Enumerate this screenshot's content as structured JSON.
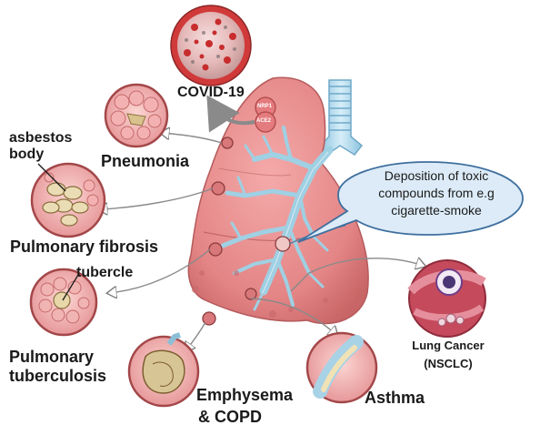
{
  "labels": {
    "covid": "COVID-19",
    "nrp1": "NRP1",
    "ace2": "ACE2",
    "pneumonia": "Pneumonia",
    "asbestos_body_line1": "asbestos",
    "asbestos_body_line2": "body",
    "pulmonary_fibrosis": "Pulmonary fibrosis",
    "tubercle": "tubercle",
    "pulmonary_tb_line1": "Pulmonary",
    "pulmonary_tb_line2": "tuberculosis",
    "emphysema_line1": "Emphysema",
    "emphysema_line2": "& COPD",
    "asthma": "Asthma",
    "lung_cancer_line1": "Lung Cancer",
    "lung_cancer_line2": "(NSCLC)",
    "deposition_line1": "Deposition of toxic",
    "deposition_line2": "compounds from e.g",
    "deposition_line3": "cigarette-smoke"
  },
  "colors": {
    "lung_fill": "#e98c8c",
    "lung_dark": "#cf6f70",
    "bronchi": "#b6dfea",
    "trachea": "#a8d2e6",
    "virus_body": "#cc3a3a",
    "callout_fill": "#dcebf7",
    "callout_stroke": "#3f6f9e",
    "alveoli": "#f2a7a9",
    "fibrosis": "#d8b98a"
  },
  "icons": {
    "virus": "coronavirus-icon",
    "arrow": "curved-arrow-icon"
  }
}
